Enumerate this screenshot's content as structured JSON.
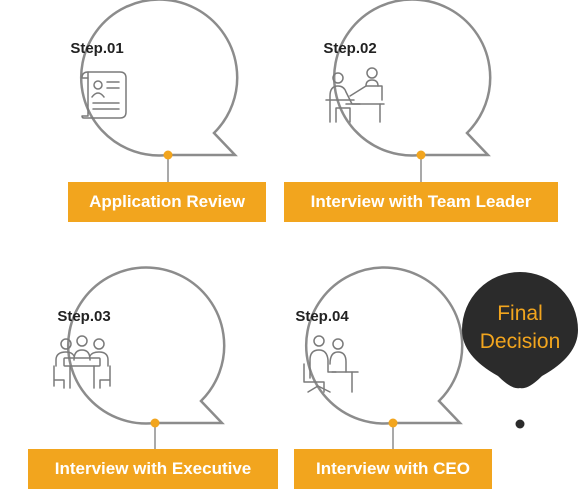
{
  "steps": [
    {
      "label": "Step.01",
      "title": "Application Review",
      "icon": "resume-document-icon"
    },
    {
      "label": "Step.02",
      "title": "Interview with Team Leader",
      "icon": "team-leader-interview-icon"
    },
    {
      "label": "Step.03",
      "title": "Interview with Executive",
      "icon": "executive-meeting-icon"
    },
    {
      "label": "Step.04",
      "title": "Interview with CEO",
      "icon": "ceo-interview-icon"
    }
  ],
  "final": {
    "line1": "Final",
    "line2": "Decision"
  },
  "colors": {
    "accent": "#f2a51e",
    "outline": "#8c8c8c",
    "icon": "#7a7a7a",
    "marker": "#2b2b2b",
    "title_text": "#ffffff"
  }
}
